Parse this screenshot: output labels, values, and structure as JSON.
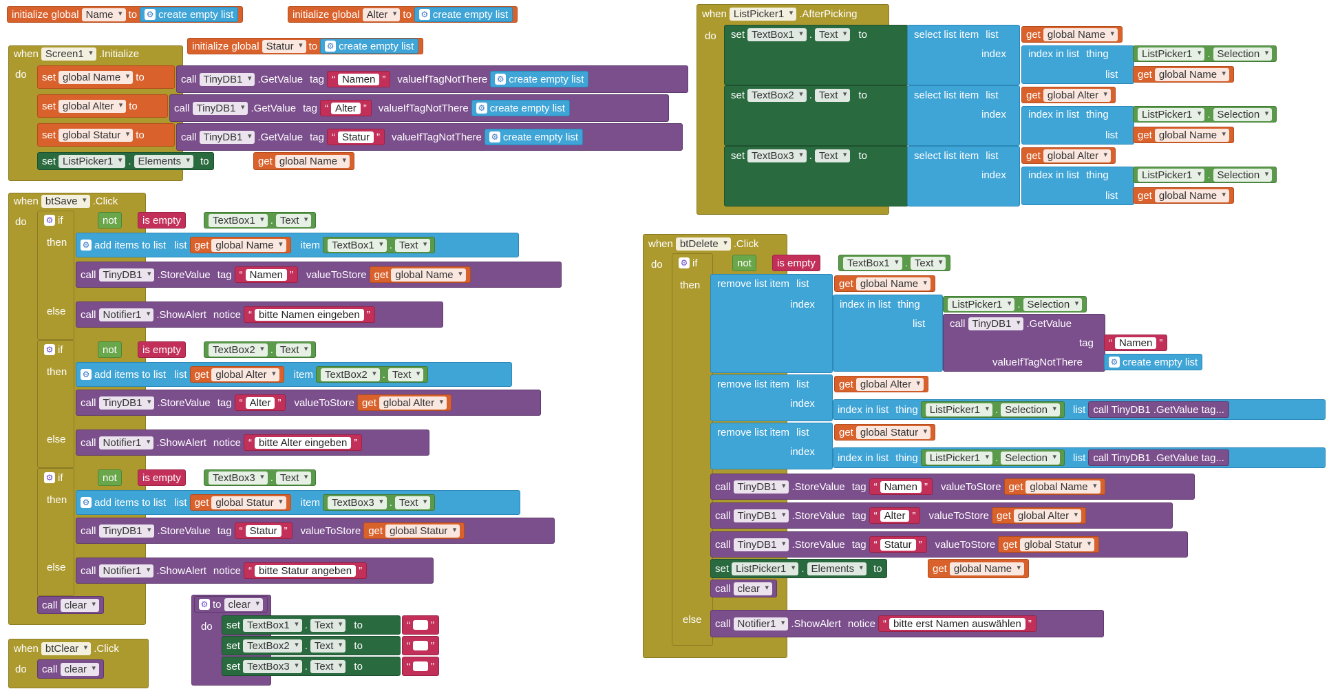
{
  "kw": {
    "initialize_global": "initialize global",
    "to": "to",
    "create_empty_list": "create empty list",
    "when": "when",
    "do": "do",
    "set": "set",
    "get": "get",
    "call": "call",
    "if": "if",
    "then": "then",
    "else": "else",
    "not": "not",
    "is_empty": "is empty",
    "add_items_to_list": "add items to list",
    "list": "list",
    "item": "item",
    "select_list_item": "select list item",
    "index": "index",
    "index_in_list": "index in list",
    "thing": "thing",
    "remove_list_item": "remove list item",
    "tag": "tag",
    "valueIfTagNotThere": "valueIfTagNotThere",
    "valueToStore": "valueToStore",
    "notice": "notice",
    "to_proc": "to",
    "dot": ".",
    "quote_open": "“",
    "quote_close": "”"
  },
  "names": {
    "Name": "Name",
    "Alter": "Alter",
    "Statur": "Statur",
    "global_Name": "global Name",
    "global_Alter": "global Alter",
    "global_Statur": "global Statur",
    "Screen1": "Screen1",
    "Initialize": ".Initialize",
    "TinyDB1": "TinyDB1",
    "GetValue": ".GetValue",
    "StoreValue": ".StoreValue",
    "ListPicker1": "ListPicker1",
    "Elements": "Elements",
    "Selection": "Selection",
    "AfterPicking": ".AfterPicking",
    "TextBox1": "TextBox1",
    "TextBox2": "TextBox2",
    "TextBox3": "TextBox3",
    "Text": "Text",
    "btSave": "btSave",
    "btDelete": "btDelete",
    "btClear": "btClear",
    "Click": ".Click",
    "Notifier1": "Notifier1",
    "ShowAlert": ".ShowAlert",
    "clear": "clear",
    "Namen": "Namen",
    "collapsed_getvalue": "call  TinyDB1 .GetValue tag..."
  },
  "strings": {
    "msg_name": "bitte Namen eingeben",
    "msg_alter": "bitte Alter eingeben",
    "msg_statur": "bitte Statur angeben",
    "msg_delete": "bitte erst Namen auswählen",
    "empty": ""
  },
  "colors": {
    "event": "#ad9a2f",
    "variable": "#d9622c",
    "list": "#3fa4d6",
    "component": "#7b4e8c",
    "setter": "#2a6a3f",
    "property": "#5a9a4a",
    "text": "#c2305a",
    "logic": "#6aa64a"
  }
}
